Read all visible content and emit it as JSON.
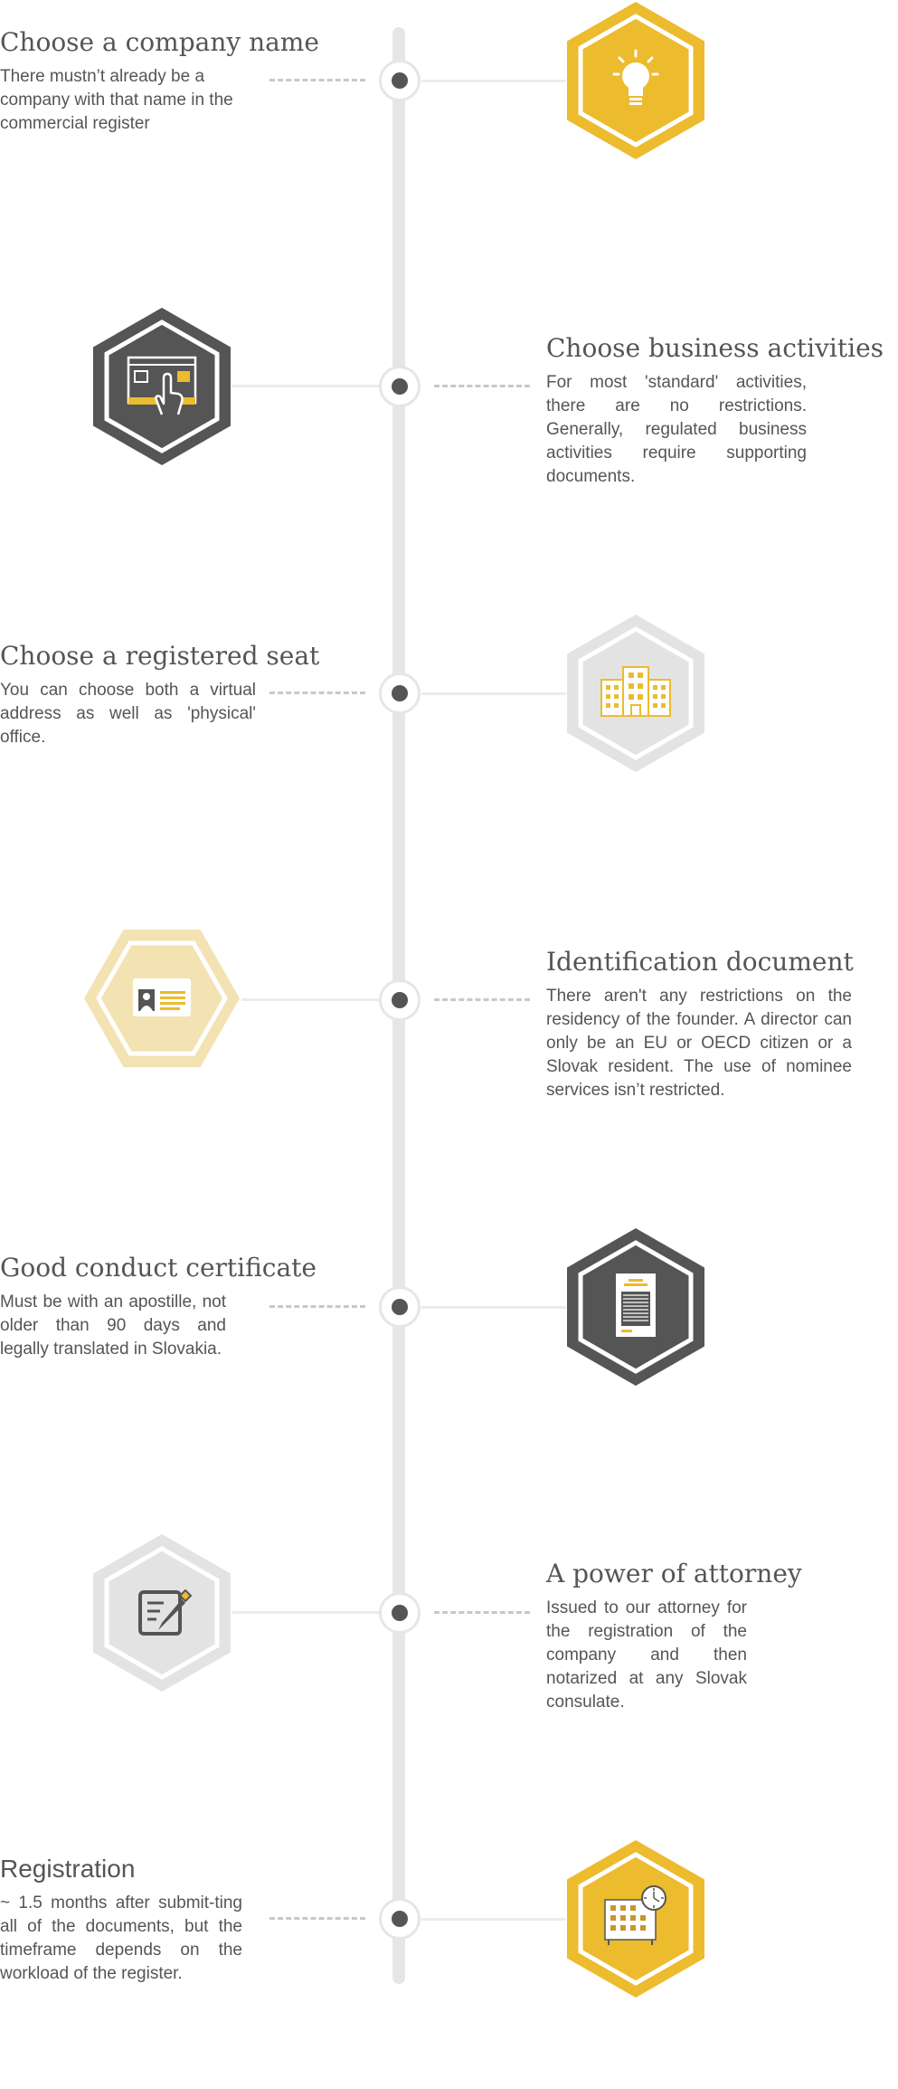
{
  "steps": [
    {
      "title": "Choose a company name",
      "description": "There mustn’t already be a company with that name in the commercial register",
      "icon": "lightbulb-icon"
    },
    {
      "title": "Choose business activities",
      "description": "For most 'standard' activities, there are no restrictions. Generally, regulated business activities require supporting documents.",
      "icon": "touchscreen-icon"
    },
    {
      "title": "Choose a registered seat",
      "description": "You can choose both a virtual address as well as 'physical' office.",
      "icon": "buildings-icon"
    },
    {
      "title": "Identification document",
      "description": "There aren't any restrictions on the residency of the founder. A director can only be an EU or OECD citizen or a Slovak resident. The use of nominee services isn’t restricted.",
      "icon": "id-card-icon"
    },
    {
      "title": "Good conduct certificate",
      "description": "Must be with an apostille, not older than 90 days and legally translated in Slovakia.",
      "icon": "certificate-icon"
    },
    {
      "title": "A power of attorney",
      "description": "Issued to our attorney for the registration of the company and then notarized at any Slovak consulate.",
      "icon": "pen-document-icon"
    },
    {
      "title": "Registration",
      "description": "~ 1.5 months after submit-ting all of the documents, but the timeframe depends on the workload of the register.",
      "icon": "office-clock-icon"
    }
  ],
  "colors": {
    "accent_yellow": "#ecbb2e",
    "dark_gray": "#555555",
    "light_gray": "#e3e3e3",
    "pale_yellow": "#f3e3b3",
    "line": "#e6e6e6"
  }
}
